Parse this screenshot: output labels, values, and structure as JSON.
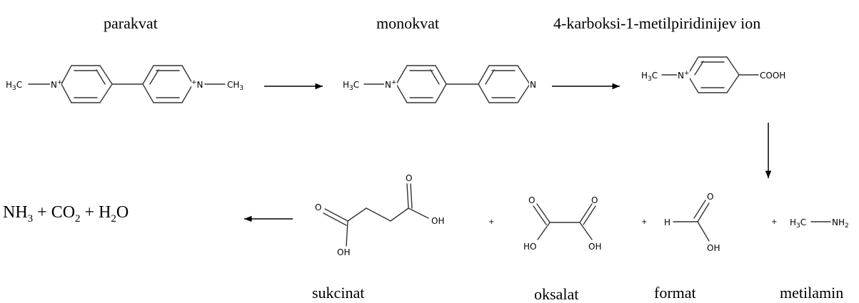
{
  "labels": {
    "paraquat": "parakvat",
    "monoquat": "monokvat",
    "carboxy": "4-karboksi-1-metilpiridinijev ion",
    "succinate": "sukcinat",
    "oxalate": "oksalat",
    "formate": "format",
    "methylamine": "metilamin"
  },
  "atoms": {
    "h3c": "H",
    "h3c_sub": "3",
    "h3c_c": "C",
    "ch3": "CH",
    "ch3_sub": "3",
    "n_plus": "N",
    "plus_sign": "+",
    "n": "N",
    "cooh": "COOH",
    "o": "O",
    "oh": "OH",
    "ho": "HO",
    "h": "H",
    "nh2": "NH",
    "nh2_sub": "2"
  },
  "products": {
    "nh": "NH",
    "nh_sub": "3",
    "co": " + CO",
    "co_sub": "2",
    "h": " + H",
    "h_sub": "2",
    "o": "O"
  },
  "plus": "+"
}
